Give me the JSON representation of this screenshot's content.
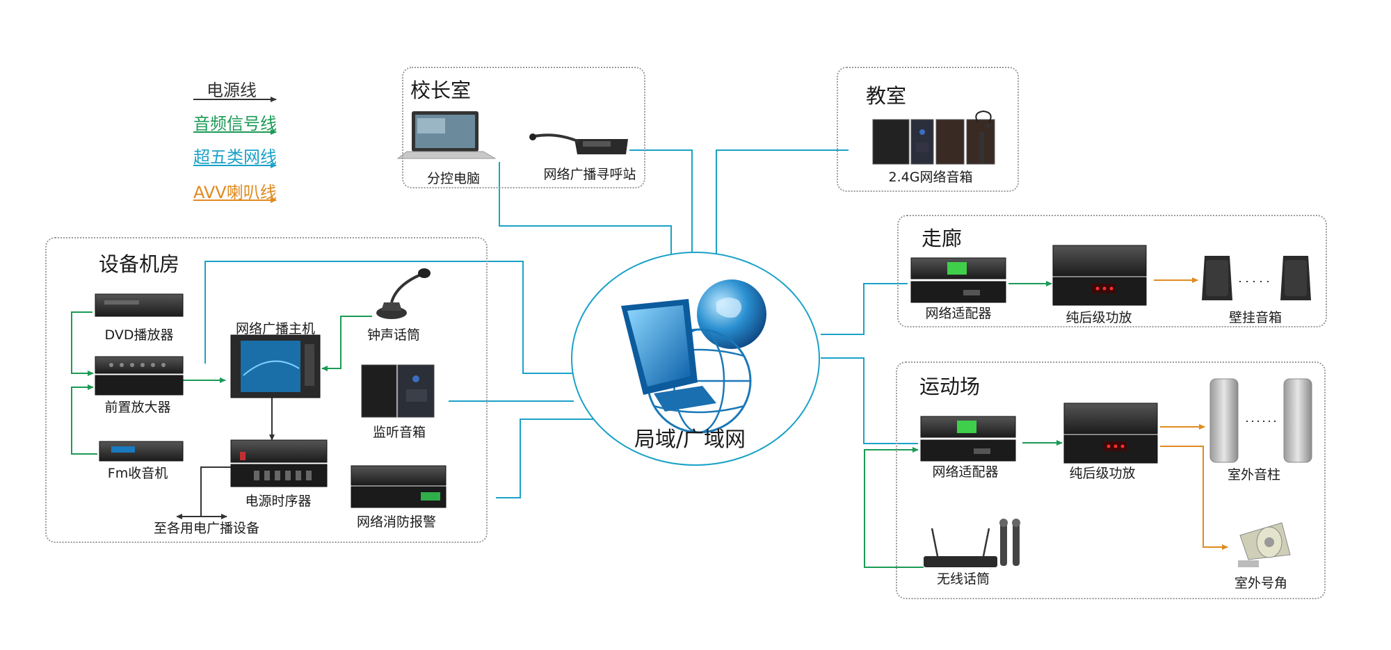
{
  "colors": {
    "power": "#333333",
    "audio": "#1a9a55",
    "network": "#1aa1c8",
    "speaker": "#e08a1e"
  },
  "legend": {
    "power": "电源线",
    "audio": "音频信号线",
    "network": "超五类网线",
    "speaker": "AVV喇叭线"
  },
  "center": {
    "label": "局域/广域网"
  },
  "principal": {
    "title": "校长室",
    "pc": "分控电脑",
    "paging": "网络广播寻呼站"
  },
  "classroom": {
    "title": "教室",
    "speaker": "2.4G网络音箱"
  },
  "corridor": {
    "title": "走廊",
    "adapter": "网络适配器",
    "amp": "纯后级功放",
    "speakers": "壁挂音箱"
  },
  "stadium": {
    "title": "运动场",
    "adapter": "网络适配器",
    "amp": "纯后级功放",
    "columns": "室外音柱",
    "wireless_mic": "无线话筒",
    "horn": "室外号角"
  },
  "equipment_room": {
    "title": "设备机房",
    "dvd": "DVD播放器",
    "preamp": "前置放大器",
    "fm": "Fm收音机",
    "host": "网络广播主机",
    "bell_mic": "钟声话筒",
    "monitor": "监听音箱",
    "sequencer": "电源时序器",
    "fire_alarm": "网络消防报警",
    "power_out": "至各用电广播设备"
  }
}
